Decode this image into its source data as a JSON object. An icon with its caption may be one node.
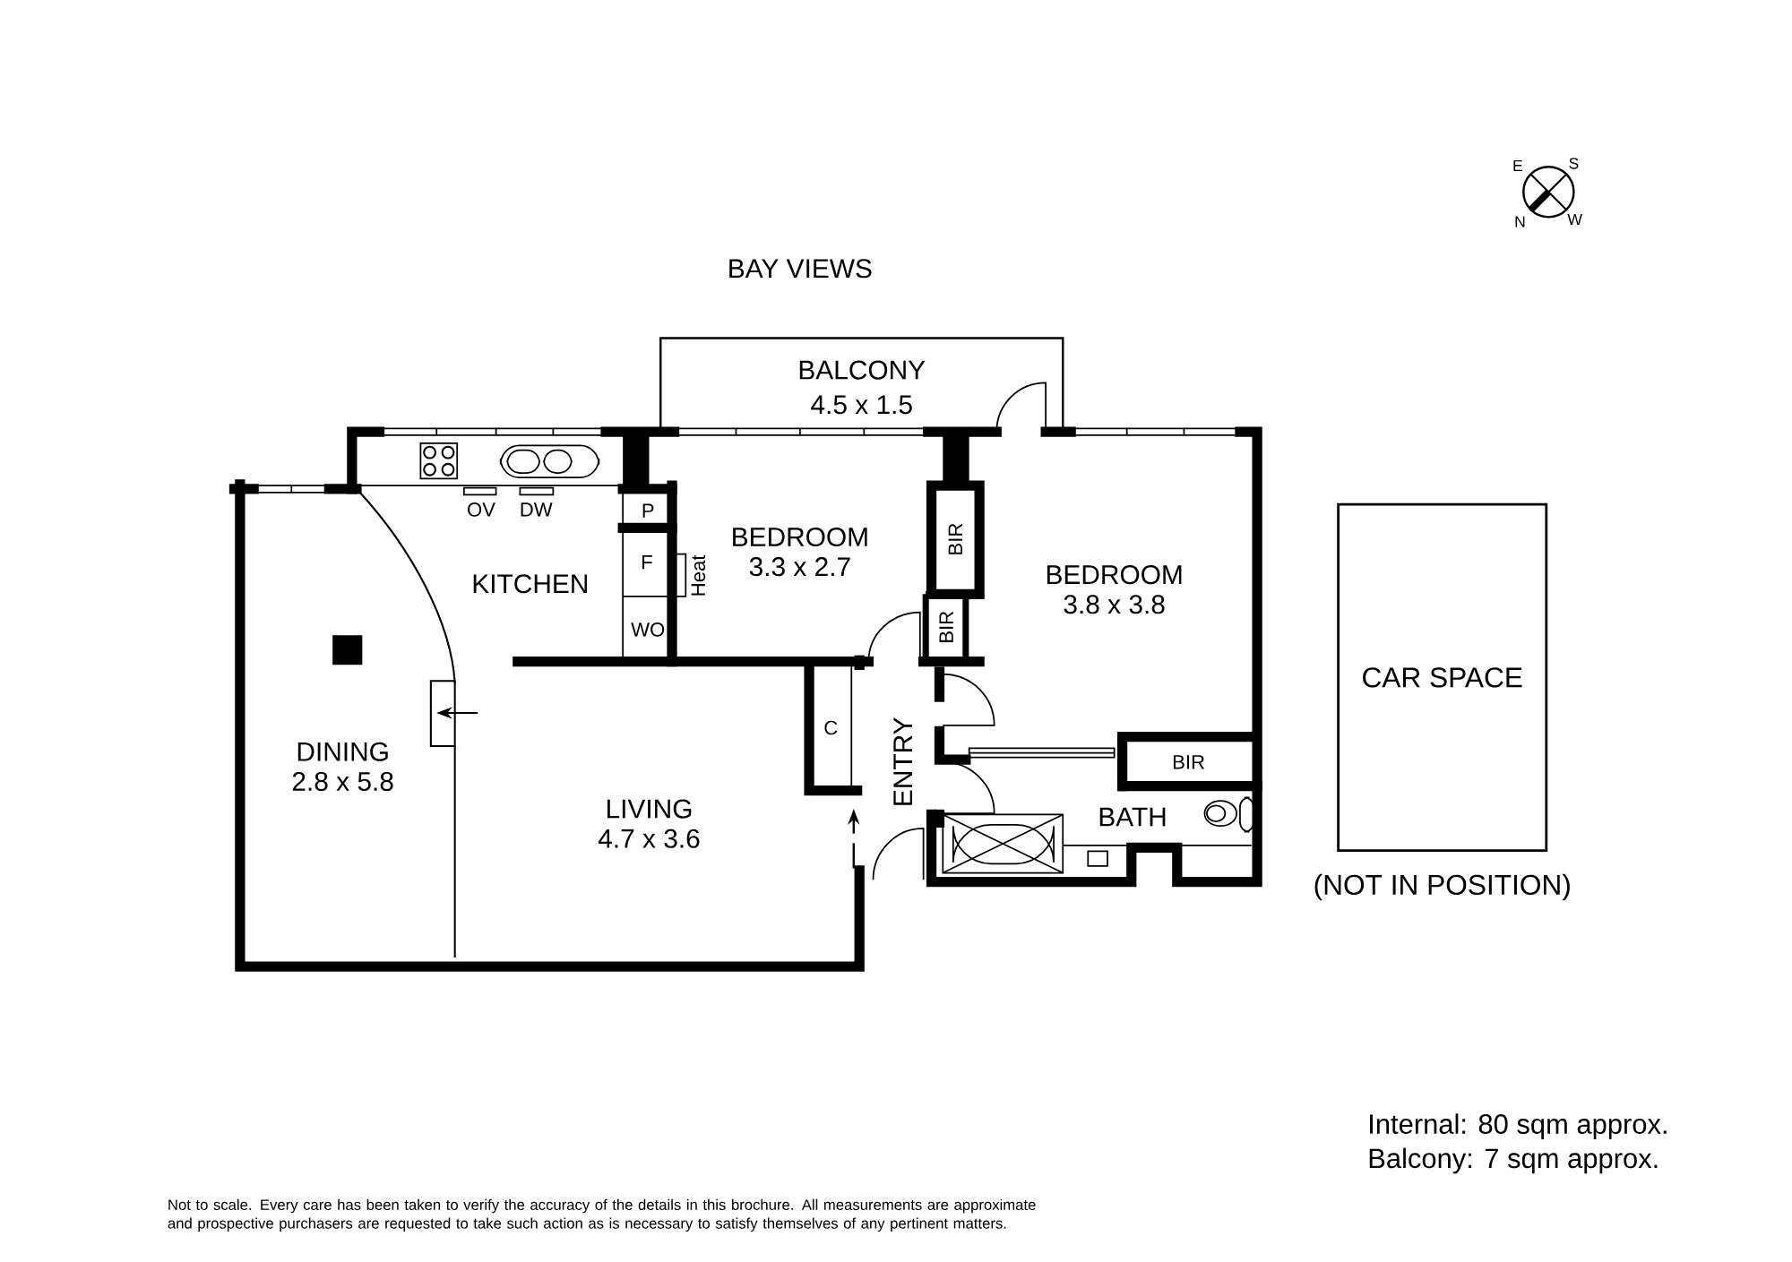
{
  "diagram": {
    "nodes": [
      {
        "text": [
          "BALCONY",
          "4.5 x 1.5"
        ]
      },
      {
        "text": [
          "CAR SPACE"
        ],
        "beside": [
          "(NOT IN POSITION)"
        ]
      }
    ],
    "labels": [
      "E",
      "S",
      "N",
      "W",
      "BAY VIEWS",
      "OV",
      "DW",
      "KITCHEN",
      "P",
      "BEDROOM",
      "F",
      "3.3 x 2.7",
      "Heat",
      "BIR",
      "BEDROOM",
      "3.8 x 3.8",
      "WO",
      "BIR",
      "DINING",
      "2.8 x 5.8",
      "C",
      "ENTRY",
      "BIR",
      "LIVING",
      "4.7 x 3.6",
      "BATH",
      "Internal: 80 sqm approx.",
      "Balcony: 7 sqm approx.",
      "Not to scale. Every care has been taken to verify the accuracy of the details in this brochure. All measurements are approximate and prospective purchasers are requested to take such action as is necessary to satisfy themselves of any pertinent matters."
    ]
  }
}
